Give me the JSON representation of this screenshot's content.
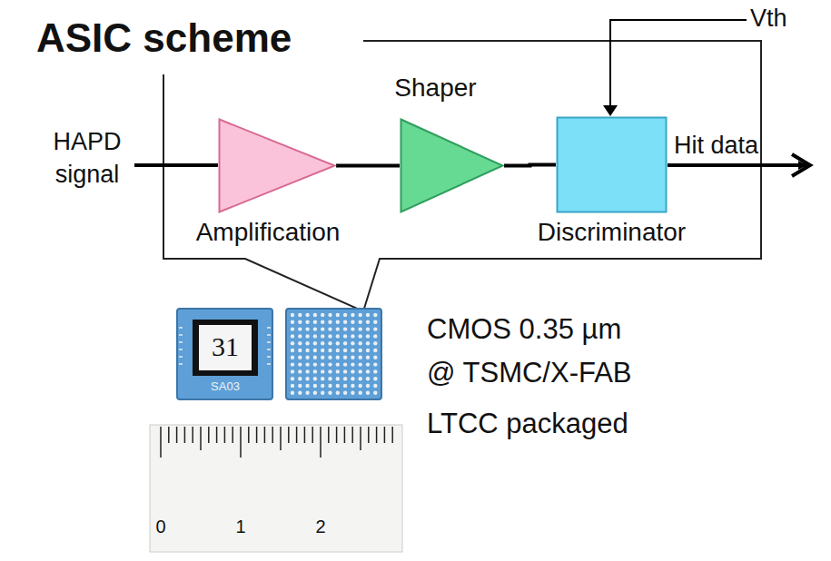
{
  "diagram": {
    "title": "ASIC scheme",
    "nodes": [
      {
        "text": [
          "Amplification"
        ]
      },
      {
        "text": [
          "Shaper"
        ]
      },
      {
        "text": [
          "Discriminator"
        ]
      }
    ],
    "edges": [
      {
        "from": 0,
        "to": 1,
        "arrow": "none"
      },
      {
        "from": 1,
        "to": 2,
        "arrow": "none"
      }
    ],
    "labels": [
      "HAPD signal",
      "Vth",
      "Hit data",
      "31",
      "SA03",
      "0",
      "1",
      "2",
      "CMOS 0.35 µm",
      "@ TSMC/X-FAB",
      "LTCC packaged"
    ]
  }
}
